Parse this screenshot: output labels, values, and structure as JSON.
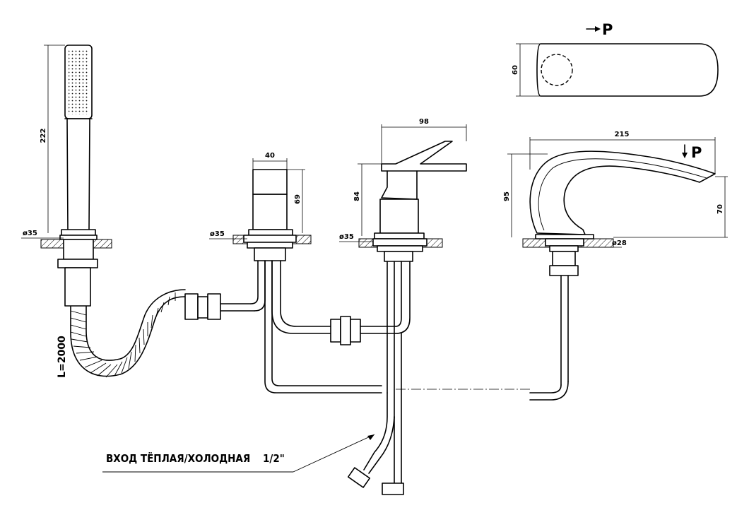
{
  "dims": {
    "shower_diameter": "ø35",
    "shower_height": "222",
    "hose_length": "L=2000",
    "diverter_width": "40",
    "diverter_height": "69",
    "diverter_diameter": "ø35",
    "mixer_width": "98",
    "mixer_height": "84",
    "mixer_diameter": "ø35",
    "spout_length": "215",
    "spout_height": "95",
    "spout_outlet_height": "70",
    "spout_diameter": "ø28",
    "top_view_depth": "60"
  },
  "markers": {
    "top_view_p": "P",
    "spout_p": "P"
  },
  "note": {
    "inlet": "ВХОД ТЁПЛАЯ/ХОЛОДНАЯ",
    "thread": "1/2\""
  }
}
